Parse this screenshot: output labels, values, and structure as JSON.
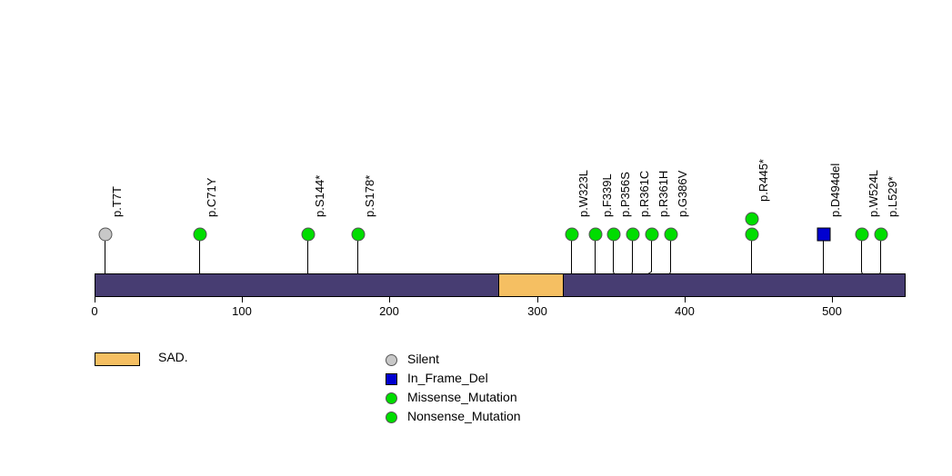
{
  "chart_data": {
    "type": "lollipop",
    "title": "",
    "xlabel": "",
    "ylabel": "",
    "axis": {
      "min": 0,
      "max": 550,
      "ticks": [
        0,
        100,
        200,
        300,
        400,
        500
      ],
      "tick_labels": [
        "0",
        "100",
        "200",
        "300",
        "400",
        "500"
      ]
    },
    "protein": {
      "length": 550,
      "bar_color": "#473d72"
    },
    "domains": [
      {
        "name": "SAD.",
        "start": 274,
        "end": 318,
        "color": "#f5bf62"
      }
    ],
    "mutations": [
      {
        "label": "p.T7T",
        "position": 7,
        "count": 1,
        "type": "Silent",
        "color": "#c8c8c8",
        "shape": "circle"
      },
      {
        "label": "p.C71Y",
        "position": 71,
        "count": 1,
        "type": "Missense_Mutation",
        "color": "#00dd00",
        "shape": "circle"
      },
      {
        "label": "p.S144*",
        "position": 144,
        "count": 1,
        "type": "Nonsense_Mutation",
        "color": "#00dd00",
        "shape": "circle"
      },
      {
        "label": "p.S178*",
        "position": 178,
        "count": 1,
        "type": "Nonsense_Mutation",
        "color": "#00dd00",
        "shape": "circle"
      },
      {
        "label": "p.W323L",
        "position": 323,
        "count": 1,
        "type": "Missense_Mutation",
        "color": "#00dd00",
        "shape": "circle"
      },
      {
        "label": "p.F339L",
        "position": 339,
        "count": 1,
        "type": "Missense_Mutation",
        "color": "#00dd00",
        "shape": "circle"
      },
      {
        "label": "p.P356S",
        "position": 356,
        "count": 1,
        "type": "Missense_Mutation",
        "color": "#00dd00",
        "shape": "circle"
      },
      {
        "label": "p.R361C",
        "position": 361,
        "count": 1,
        "type": "Missense_Mutation",
        "color": "#00dd00",
        "shape": "circle"
      },
      {
        "label": "p.R361H",
        "position": 361,
        "count": 1,
        "type": "Missense_Mutation",
        "color": "#00dd00",
        "shape": "circle"
      },
      {
        "label": "p.G386V",
        "position": 386,
        "count": 1,
        "type": "Missense_Mutation",
        "color": "#00dd00",
        "shape": "circle"
      },
      {
        "label": "p.R445*",
        "position": 445,
        "count": 2,
        "type": "Nonsense_Mutation",
        "color": "#00dd00",
        "shape": "circle"
      },
      {
        "label": "p.D494del",
        "position": 494,
        "count": 1,
        "type": "In_Frame_Del",
        "color": "#0000d0",
        "shape": "square"
      },
      {
        "label": "p.W524L",
        "position": 524,
        "count": 1,
        "type": "Missense_Mutation",
        "color": "#00dd00",
        "shape": "circle"
      },
      {
        "label": "p.L529*",
        "position": 529,
        "count": 1,
        "type": "Nonsense_Mutation",
        "color": "#00dd00",
        "shape": "circle"
      }
    ]
  },
  "domain_legend": {
    "items": [
      {
        "label": "SAD.",
        "color": "#f5bf62"
      }
    ]
  },
  "mutation_legend": {
    "items": [
      {
        "label": "Silent",
        "color": "#c8c8c8",
        "shape": "circle"
      },
      {
        "label": "In_Frame_Del",
        "color": "#0000d0",
        "shape": "square"
      },
      {
        "label": "Missense_Mutation",
        "color": "#00dd00",
        "shape": "circle"
      },
      {
        "label": "Nonsense_Mutation",
        "color": "#00dd00",
        "shape": "circle"
      }
    ]
  }
}
